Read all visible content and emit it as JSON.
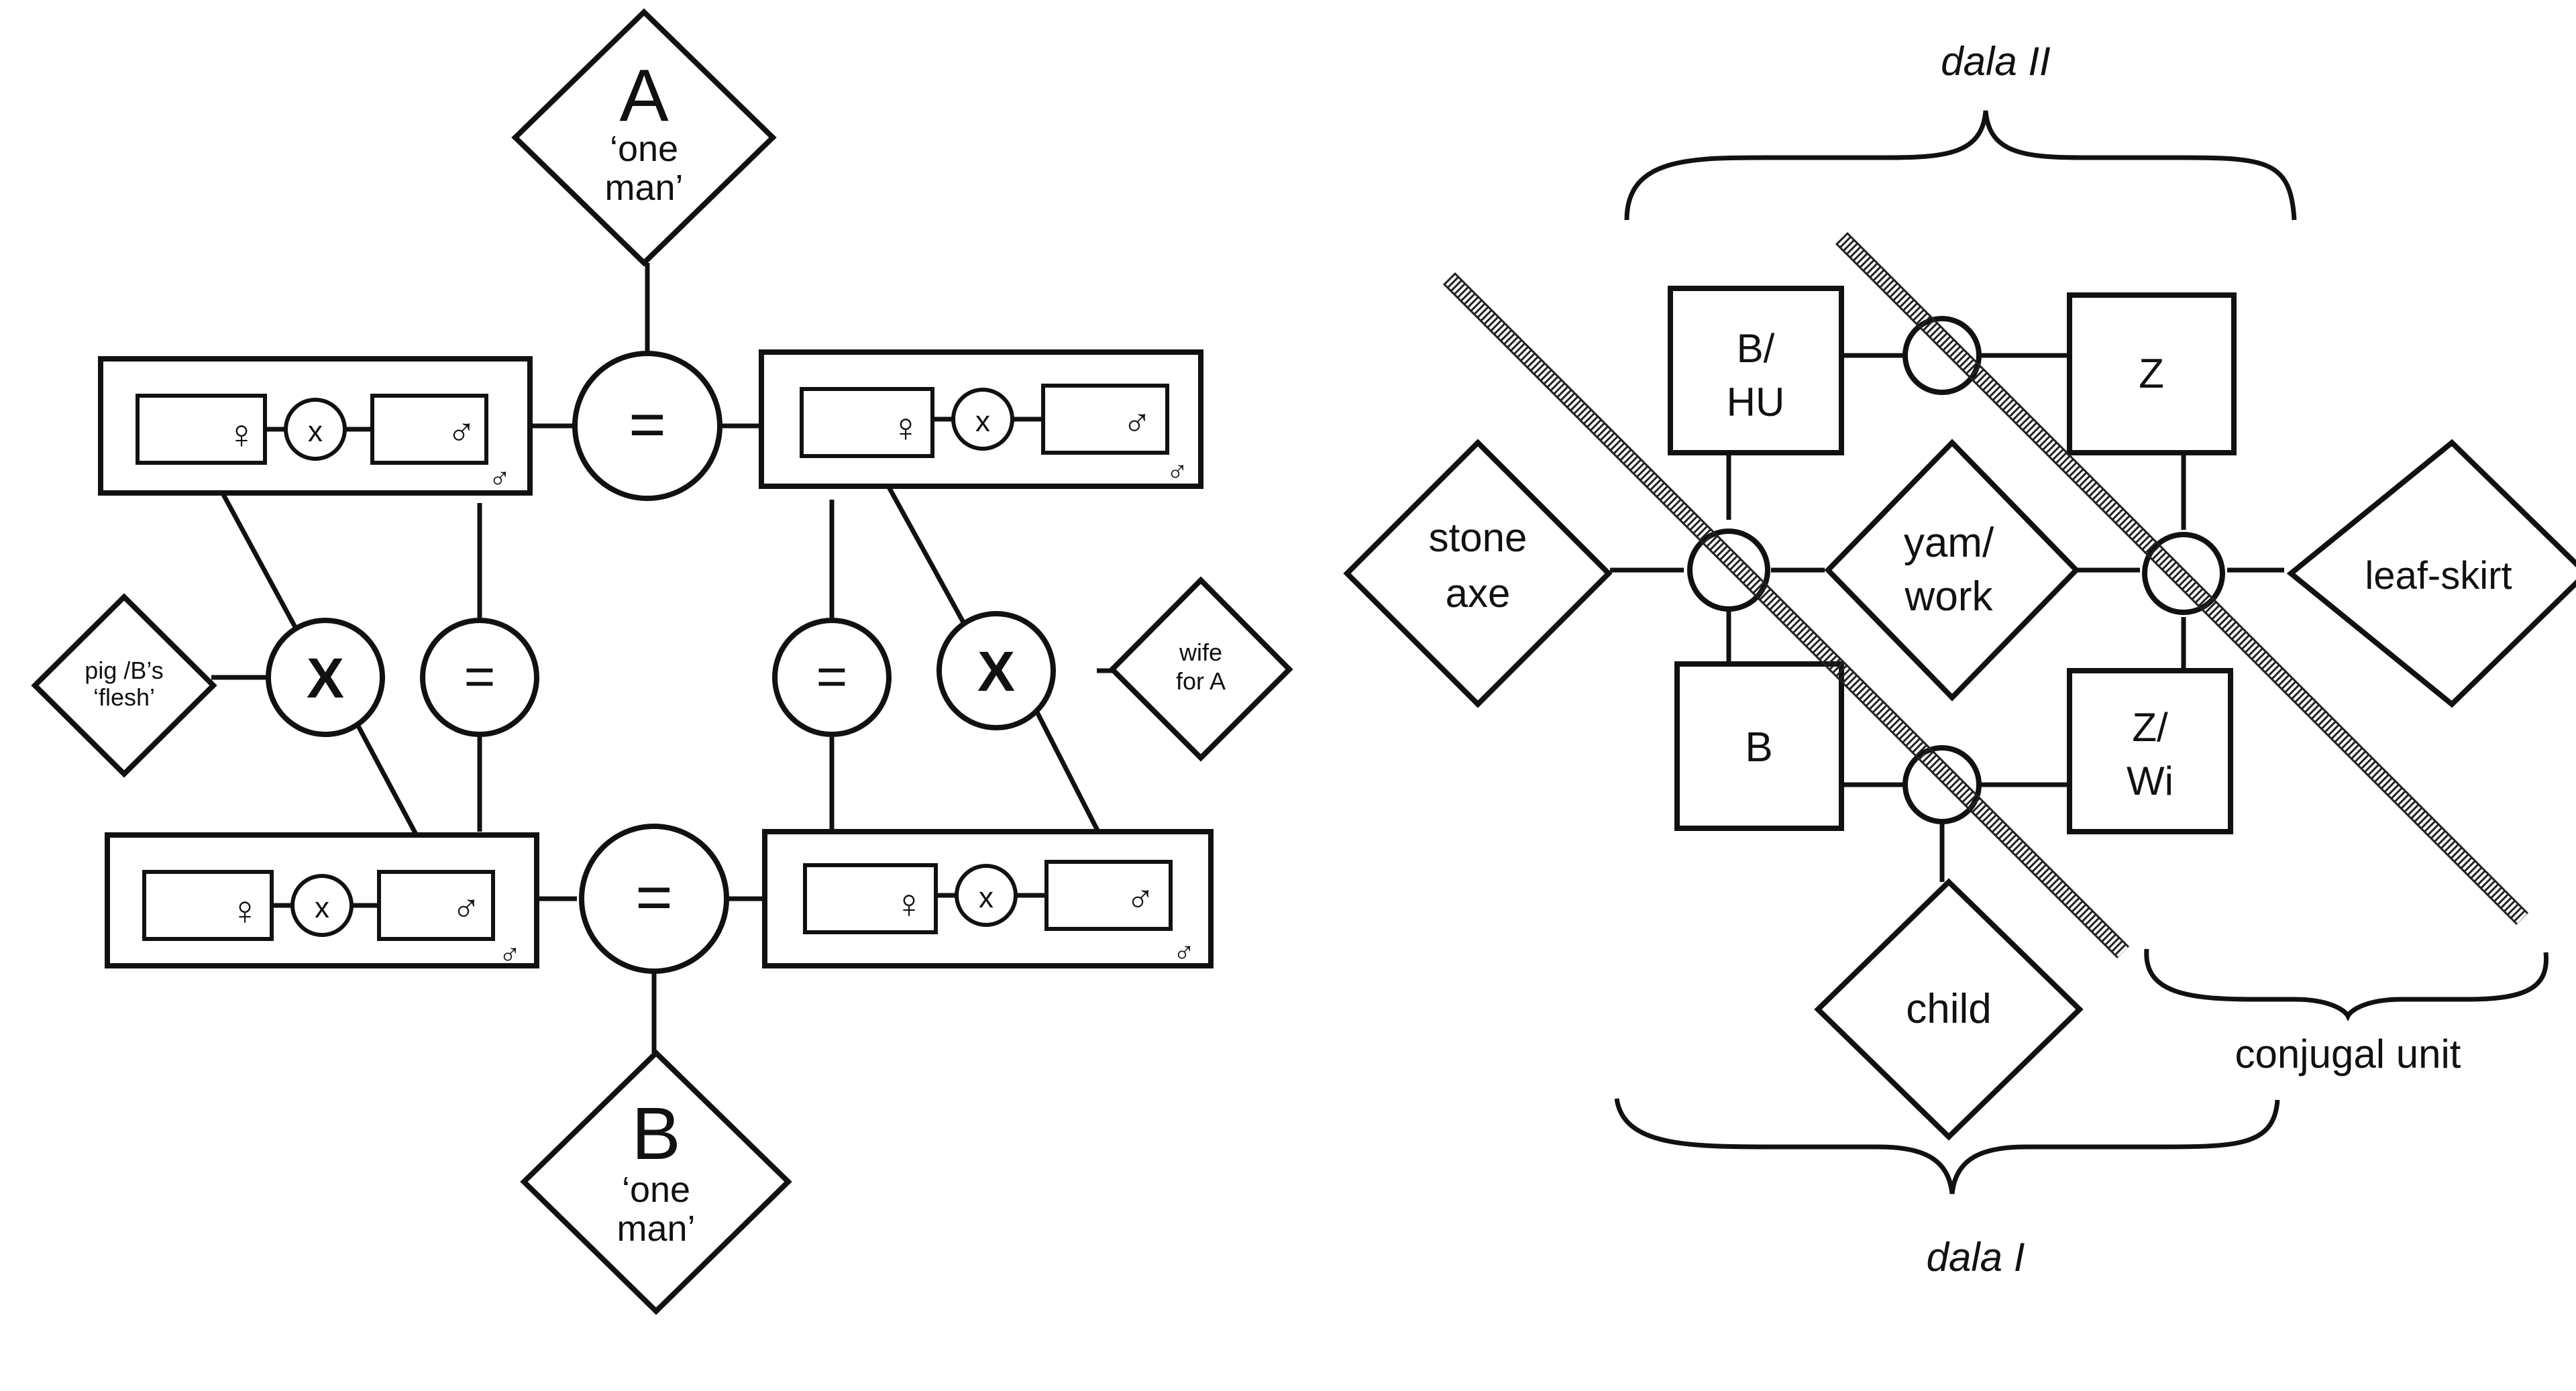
{
  "left_diagram": {
    "top_node": {
      "letter": "A",
      "line1": "‘one",
      "line2": "man’"
    },
    "bottom_node": {
      "letter": "B",
      "line1": "‘one",
      "line2": "man’"
    },
    "left_side_node": {
      "line1": "pig /B’s",
      "line2": "‘flesh’"
    },
    "right_side_node": {
      "line1": "wife",
      "line2": "for A"
    },
    "equals": "=",
    "cross_large": "X",
    "cross_small": "x",
    "female": "♀",
    "male": "♂"
  },
  "right_diagram": {
    "label_top": "dala II",
    "label_bottom": "dala I",
    "label_conjugal": "conjugal unit",
    "box_bhu": {
      "line1": "B/",
      "line2": "HU"
    },
    "box_z": "Z",
    "box_b": "B",
    "box_zwi": {
      "line1": "Z/",
      "line2": "Wi"
    },
    "diamond_stone": {
      "line1": "stone",
      "line2": "axe"
    },
    "diamond_yam": {
      "line1": "yam/",
      "line2": "work"
    },
    "diamond_leaf": "leaf-skirt",
    "diamond_child": "child"
  }
}
